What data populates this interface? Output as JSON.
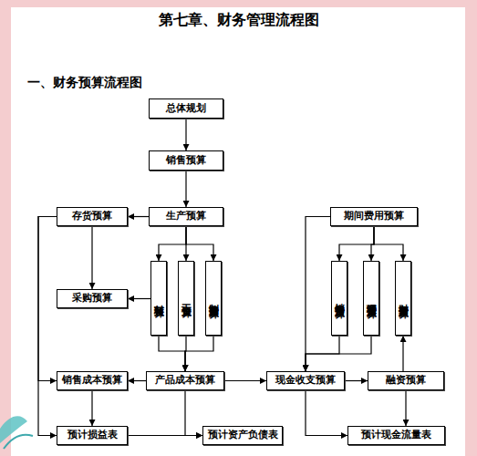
{
  "diagram": {
    "title": "第七章、财务管理流程图",
    "nodes": [
      {
        "text": [
          "总体规划"
        ]
      },
      {
        "text": [
          "销售预算"
        ]
      },
      {
        "text": [
          "存货预算"
        ]
      },
      {
        "text": [
          "生产预算"
        ]
      },
      {
        "text": [
          "期间费用预算"
        ]
      },
      {
        "text": [
          "采购预算"
        ]
      },
      {
        "text": [
          "材料预算"
        ]
      },
      {
        "text": [
          "工资预算"
        ]
      },
      {
        "text": [
          "制造费用预算"
        ]
      },
      {
        "text": [
          "销售费用预算"
        ]
      },
      {
        "text": [
          "管理费用预算"
        ]
      },
      {
        "text": [
          "财务费用预算"
        ]
      },
      {
        "text": [
          "销售成本预算"
        ]
      },
      {
        "text": [
          "产品成本预算"
        ]
      },
      {
        "text": [
          "现金收支预算"
        ]
      },
      {
        "text": [
          "融资预算"
        ]
      },
      {
        "text": [
          "预计损益表"
        ]
      },
      {
        "text": [
          "预计资产负债表"
        ]
      },
      {
        "text": [
          "预计现金流量表"
        ]
      }
    ],
    "edges": [
      {
        "from": 0,
        "to": 1,
        "arrow": "to"
      },
      {
        "from": 1,
        "to": 3,
        "arrow": "to"
      },
      {
        "from": 3,
        "to": 2,
        "arrow": "to"
      },
      {
        "from": 2,
        "to": 5,
        "arrow": "to"
      },
      {
        "from": 3,
        "to": 6,
        "arrow": "to"
      },
      {
        "from": 3,
        "to": 7,
        "arrow": "to"
      },
      {
        "from": 3,
        "to": 8,
        "arrow": "to"
      },
      {
        "from": 6,
        "to": 5,
        "arrow": "to"
      },
      {
        "from": 6,
        "to": 13,
        "arrow": "to"
      },
      {
        "from": 7,
        "to": 13,
        "arrow": "to"
      },
      {
        "from": 8,
        "to": 13,
        "arrow": "to"
      },
      {
        "from": 2,
        "to": 12,
        "arrow": "to"
      },
      {
        "from": 2,
        "to": 16,
        "arrow": "to"
      },
      {
        "from": 13,
        "to": 12,
        "arrow": "to"
      },
      {
        "from": 12,
        "to": 16,
        "arrow": "to"
      },
      {
        "from": 13,
        "to": 14,
        "arrow": "to"
      },
      {
        "from": 13,
        "to": 17,
        "arrow": "to"
      },
      {
        "from": 16,
        "to": 17,
        "arrow": "to"
      },
      {
        "from": 4,
        "to": 9,
        "arrow": "to"
      },
      {
        "from": 4,
        "to": 10,
        "arrow": "to"
      },
      {
        "from": 4,
        "to": 11,
        "arrow": "to"
      },
      {
        "from": 4,
        "to": 14,
        "arrow": "to"
      },
      {
        "from": 9,
        "to": 14,
        "arrow": "to"
      },
      {
        "from": 10,
        "to": 14,
        "arrow": "to"
      },
      {
        "from": 14,
        "to": 15,
        "arrow": "to"
      },
      {
        "from": 15,
        "to": 11,
        "arrow": "to"
      },
      {
        "from": 14,
        "to": 18,
        "arrow": "to"
      },
      {
        "from": 15,
        "to": 18,
        "arrow": "to"
      }
    ],
    "labels": [
      "一、财务预算流程图"
    ]
  }
}
